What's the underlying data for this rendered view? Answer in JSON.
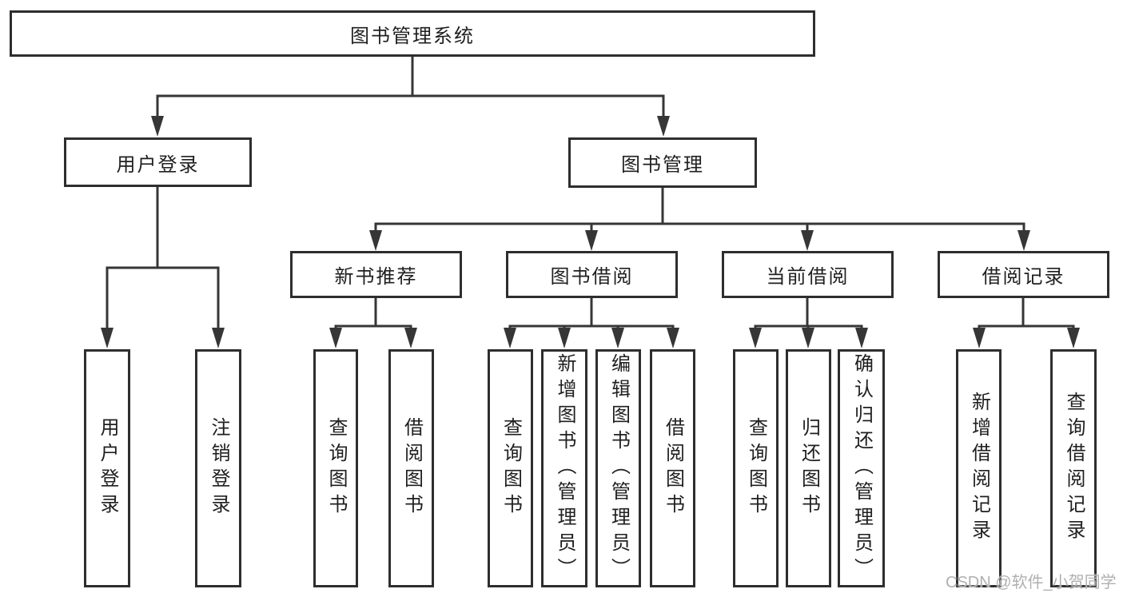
{
  "diagram": {
    "root": {
      "label": "图书管理系统"
    },
    "branches": [
      {
        "label": "用户登录",
        "children": [
          {
            "label": "用户登录"
          },
          {
            "label": "注销登录"
          }
        ]
      },
      {
        "label": "图书管理",
        "children": [
          {
            "label": "新书推荐",
            "children": [
              {
                "label": "查询图书"
              },
              {
                "label": "借阅图书"
              }
            ]
          },
          {
            "label": "图书借阅",
            "children": [
              {
                "label": "查询图书"
              },
              {
                "label": "新增图书（管理员）"
              },
              {
                "label": "编辑图书（管理员）"
              },
              {
                "label": "借阅图书"
              }
            ]
          },
          {
            "label": "当前借阅",
            "children": [
              {
                "label": "查询图书"
              },
              {
                "label": "归还图书"
              },
              {
                "label": "确认归还（管理员）"
              }
            ]
          },
          {
            "label": "借阅记录",
            "children": [
              {
                "label": "新增借阅记录"
              },
              {
                "label": "查询借阅记录"
              }
            ]
          }
        ]
      }
    ]
  },
  "watermark": {
    "text": "CSDN @软件_小贺同学"
  },
  "colors": {
    "line": "#363636",
    "box_border": "#2e2e2e",
    "text": "#1f1f1f",
    "watermark": "#b0b0b0",
    "background": "#ffffff"
  }
}
